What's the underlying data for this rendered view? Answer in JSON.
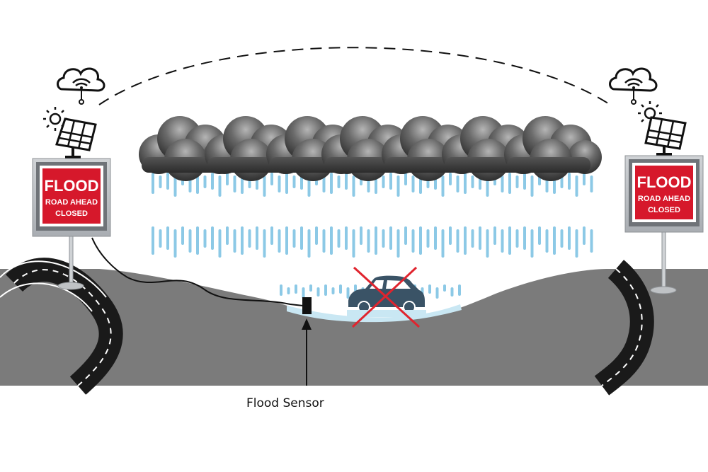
{
  "signs": {
    "left": {
      "line1": "FLOOD",
      "line2": "ROAD AHEAD",
      "line3": "CLOSED"
    },
    "right": {
      "line1": "FLOOD",
      "line2": "ROAD AHEAD",
      "line3": "CLOSED"
    }
  },
  "sensor": {
    "label": "Flood Sensor"
  },
  "icons": [
    "wifi-cloud-icon",
    "solar-panel-icon",
    "sun-icon",
    "storm-cloud-icon",
    "car-icon",
    "red-x-icon",
    "arrow-up-icon"
  ],
  "colors": {
    "road": "#7b7b7b",
    "sign_red": "#d6182b",
    "sign_frame": "#b9bdc2",
    "rain": "#8cc9e6",
    "water": "#c9e7f3",
    "car": "#3a5366",
    "cross": "#e0242e",
    "cloud_dark": "#3a3a3a"
  }
}
